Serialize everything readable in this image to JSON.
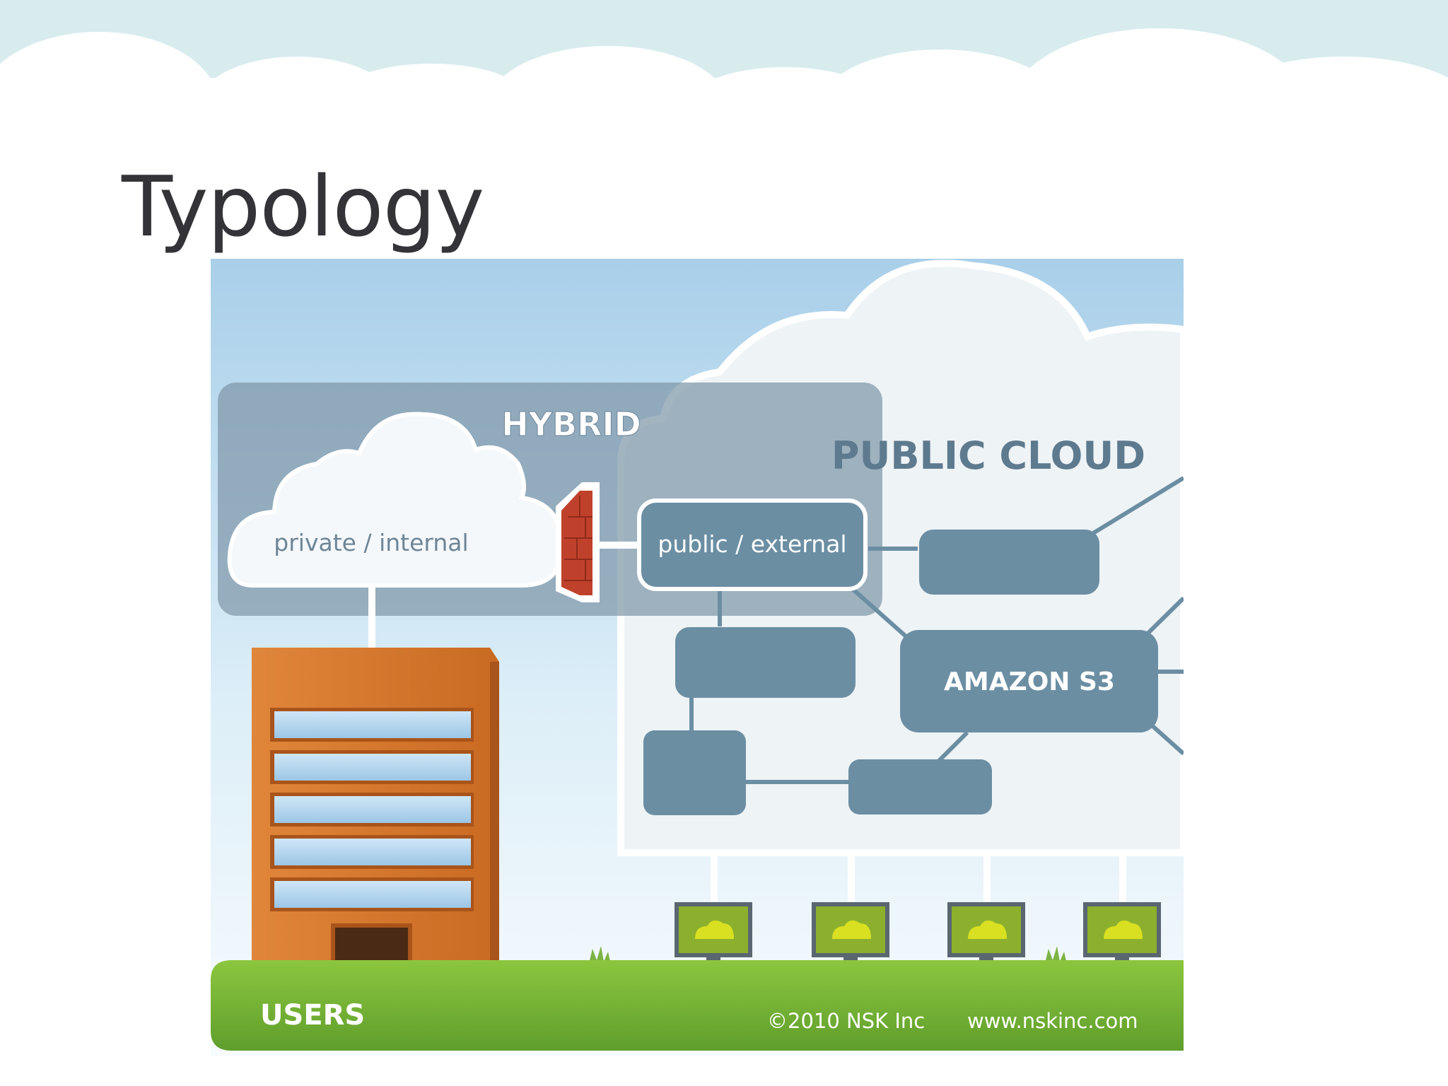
{
  "slide": {
    "title": "Typology"
  },
  "diagram": {
    "hybrid_label": "HYBRID",
    "public_cloud_label": "PUBLIC CLOUD",
    "private_cloud_label": "private / internal",
    "public_external_label": "public / external",
    "amazon_label": "AMAZON S3",
    "users_label": "USERS",
    "copyright": "©2010  NSK Inc",
    "website": "www.nskinc.com",
    "colors": {
      "sky": "#b9d9ee",
      "hybrid_box": "#7f97a9",
      "node": "#6b8ea3",
      "building": "#d97a2e",
      "grass": "#7cb342",
      "firewall": "#c0412b",
      "screen": "#c7d82a",
      "title": "#333338"
    }
  }
}
